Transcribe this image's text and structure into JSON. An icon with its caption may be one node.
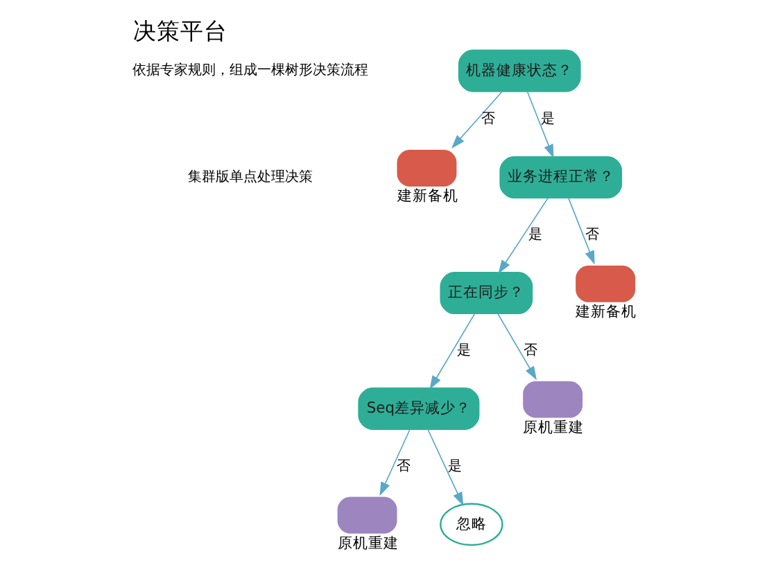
{
  "diagram": {
    "title": "决策平台",
    "nodes": [
      {
        "text": [
          "机器健康状态？"
        ]
      },
      {
        "text": [
          "业务进程正常？"
        ]
      },
      {
        "text": [
          "建新备机"
        ]
      },
      {
        "text": [
          "正在同步？"
        ]
      },
      {
        "text": [
          "建新备机"
        ]
      },
      {
        "text": [
          "Seq差异减少？"
        ]
      },
      {
        "text": [
          "原机重建"
        ]
      },
      {
        "text": [
          "原机重建"
        ]
      },
      {
        "text": [
          "忽略"
        ]
      }
    ],
    "edges": [
      {
        "from": 0,
        "to": 1,
        "arrow": "to",
        "label": "是"
      },
      {
        "from": 0,
        "to": 2,
        "arrow": "to",
        "label": "否"
      },
      {
        "from": 1,
        "to": 3,
        "arrow": "to",
        "label": "是"
      },
      {
        "from": 1,
        "to": 4,
        "arrow": "to",
        "label": "否"
      },
      {
        "from": 3,
        "to": 5,
        "arrow": "to",
        "label": "是"
      },
      {
        "from": 3,
        "to": 6,
        "arrow": "to",
        "label": "否"
      },
      {
        "from": 5,
        "to": 7,
        "arrow": "to",
        "label": "否"
      },
      {
        "from": 5,
        "to": 8,
        "arrow": "to",
        "label": "是"
      }
    ],
    "labels": [
      "依据专家规则，组成一棵树形决策流程",
      "集群版单点处理决策"
    ]
  }
}
